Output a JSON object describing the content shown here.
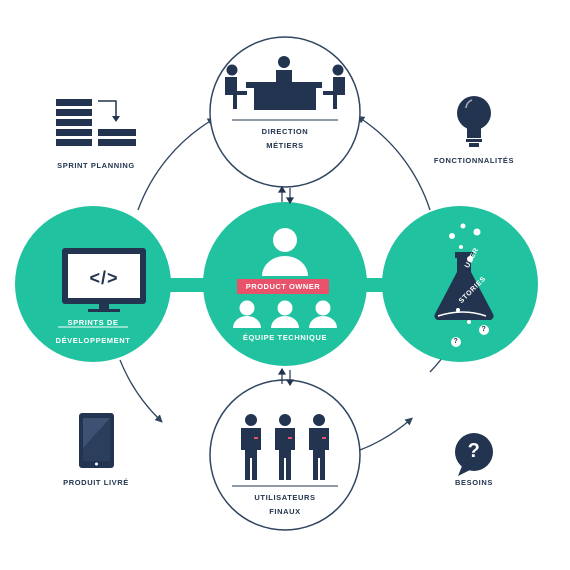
{
  "colors": {
    "teal": "#21c2a0",
    "navy": "#22344f",
    "ring": "#2f4560",
    "badge": "#e8536b",
    "white": "#ffffff"
  },
  "labels": {
    "direction_line1": "DIRECTION",
    "direction_line2": "MÉTIERS",
    "sprint_planning": "SPRINT PLANNING",
    "fonctionnalites": "FONCTIONNALITÉS",
    "sprints_line1": "SPRINTS DE",
    "sprints_line2": "DÉVELOPPEMENT",
    "product_owner": "PRODUCT OWNER",
    "equipe_technique": "ÉQUIPE TECHNIQUE",
    "user_line1": "USER",
    "user_line2": "STORIES",
    "produit_livre": "PRODUIT LIVRÉ",
    "besoins": "BESOINS",
    "utilisateurs_line1": "UTILISATEURS",
    "utilisateurs_line2": "FINAUX",
    "code_glyph": "</>",
    "question_mark": "?"
  },
  "icons": [
    "meeting-table-icon",
    "sprint-planning-icon",
    "lightbulb-icon",
    "monitor-code-icon",
    "team-icon",
    "flask-icon",
    "tablet-icon",
    "question-bubble-icon",
    "users-group-icon",
    "double-arrow-icon"
  ]
}
